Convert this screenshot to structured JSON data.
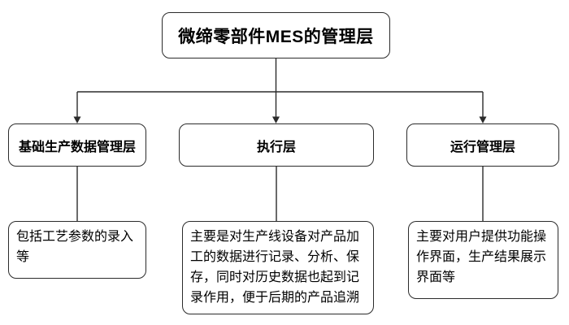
{
  "diagram": {
    "root": {
      "label": "微缔零部件MES的管理层"
    },
    "layers": [
      {
        "label": "基础生产数据管理层",
        "description": "包括工艺参数的录入等"
      },
      {
        "label": "执行层",
        "description": "主要是对生产线设备对产品加工的数据进行记录、分析、保存，同时对历史数据也起到记录作用，便于后期的产品追溯"
      },
      {
        "label": "运行管理层",
        "description": "主要对用户提供功能操作界面，生产结果展示界面等"
      }
    ],
    "colors": {
      "border": "#2b2b2b",
      "line": "#2b2b2b",
      "arrow": "#2b2b2b",
      "text": "#000000",
      "background": "#ffffff"
    }
  }
}
